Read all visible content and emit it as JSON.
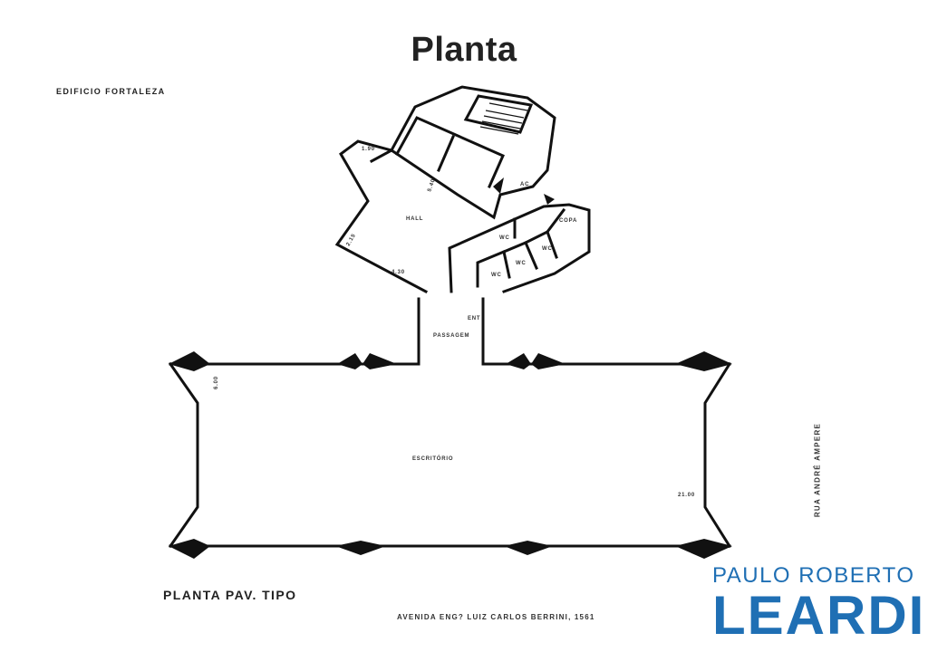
{
  "title": "Planta",
  "building_name": "EDIFICIO FORTALEZA",
  "plan_caption": "PLANTA PAV. TIPO",
  "streets": {
    "bottom": "AVENIDA ENG? LUIZ CARLOS BERRINI, 1561",
    "side": "RUA ANDRÉ AMPERE"
  },
  "rooms": {
    "hall": "HALL",
    "office": "ESCRITÓRIO",
    "corridor": "PASSAGEM",
    "shaft": "AC",
    "kitchen": "COPA",
    "restroom_group": "WC",
    "wc_1": "WC",
    "wc_2": "WC",
    "wc_3": "WC",
    "entry": "ENT"
  },
  "dimensions": {
    "hall_top": "1.90",
    "hall_lift": "5.40",
    "hall_left": "2.15",
    "hall_bottom": "4.30",
    "office_left": "6.00",
    "office_right": "21.00"
  },
  "logo": {
    "top_line": "PAULO ROBERTO",
    "main": "LEARDI",
    "color": "#1f6fb4"
  }
}
